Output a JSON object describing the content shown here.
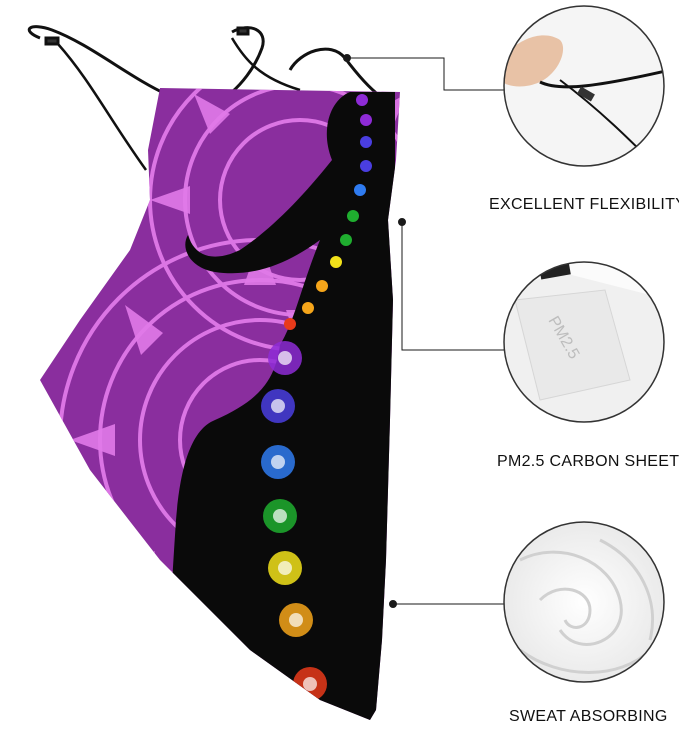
{
  "features": [
    {
      "label": "EXCELLENT FLEXIBILITY",
      "icon": "elastic-cord-adjuster-icon"
    },
    {
      "label": "PM2.5 CARBON SHEET",
      "icon": "carbon-filter-sheet-icon"
    },
    {
      "label": "SWEAT ABSORBING",
      "icon": "soft-fabric-icon"
    }
  ],
  "filter_print": "PM2.5",
  "colors": {
    "mask_purple": "#8a2e9e",
    "mandala_pink": "#e07ae8",
    "silhouette": "#0a0a0a",
    "leader_line": "#1a1a1a"
  },
  "chakras": [
    "#8e2bd6",
    "#4a3ee0",
    "#2f7bf0",
    "#1fae2f",
    "#f2e21a",
    "#f5a51a",
    "#e83a1a"
  ]
}
